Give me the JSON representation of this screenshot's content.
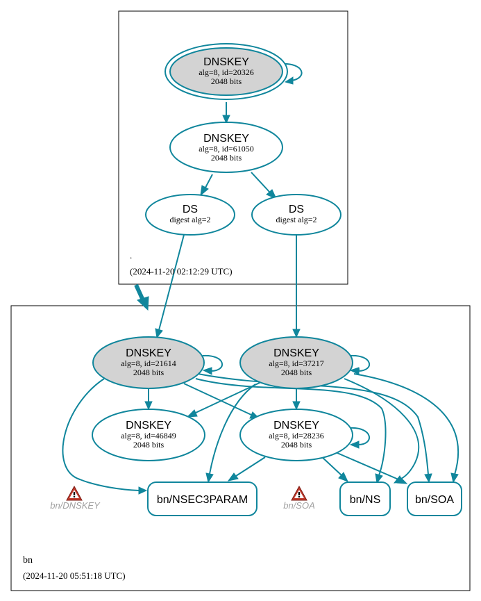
{
  "colors": {
    "edge": "#10869c",
    "node_fill": "#ffffff",
    "ksk_fill": "#d3d3d3",
    "cluster_border": "#000000",
    "warning_text": "#a0a0a0",
    "warning_icon": "#c0392b"
  },
  "root_zone": {
    "name": ".",
    "timestamp": "(2024-11-20 02:12:29 UTC)",
    "nodes": {
      "ksk": {
        "title": "DNSKEY",
        "line1": "alg=8, id=20326",
        "line2": "2048 bits"
      },
      "zsk": {
        "title": "DNSKEY",
        "line1": "alg=8, id=61050",
        "line2": "2048 bits"
      },
      "ds_left": {
        "title": "DS",
        "line1": "digest alg=2"
      },
      "ds_right": {
        "title": "DS",
        "line1": "digest alg=2"
      }
    }
  },
  "bn_zone": {
    "name": "bn",
    "timestamp": "(2024-11-20 05:51:18 UTC)",
    "nodes": {
      "ksk_a": {
        "title": "DNSKEY",
        "line1": "alg=8, id=21614",
        "line2": "2048 bits"
      },
      "ksk_b": {
        "title": "DNSKEY",
        "line1": "alg=8, id=37217",
        "line2": "2048 bits"
      },
      "zsk_a": {
        "title": "DNSKEY",
        "line1": "alg=8, id=46849",
        "line2": "2048 bits"
      },
      "zsk_b": {
        "title": "DNSKEY",
        "line1": "alg=8, id=28236",
        "line2": "2048 bits"
      },
      "nsec3param": {
        "label": "bn/NSEC3PARAM"
      },
      "ns": {
        "label": "bn/NS"
      },
      "soa": {
        "label": "bn/SOA"
      }
    },
    "warnings": {
      "dnskey": {
        "label": "bn/DNSKEY",
        "icon": "warning-triangle-icon"
      },
      "soa": {
        "label": "bn/SOA",
        "icon": "warning-triangle-icon"
      }
    }
  }
}
